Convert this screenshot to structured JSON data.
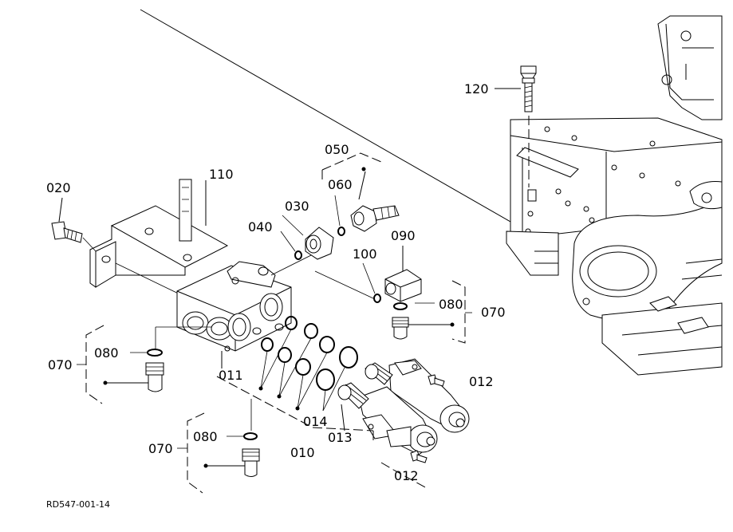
{
  "callouts": {
    "c010": "010",
    "c011": "011",
    "c012a": "012",
    "c012b": "012",
    "c013": "013",
    "c014": "014",
    "c020": "020",
    "c030": "030",
    "c040": "040",
    "c050": "050",
    "c060": "060",
    "c070a": "070",
    "c070b": "070",
    "c070c": "070",
    "c080a": "080",
    "c080b": "080",
    "c080c": "080",
    "c090": "090",
    "c100": "100",
    "c110": "110",
    "c120": "120"
  },
  "drawing_code": "RD547-001-14",
  "icons": [
    "bolt-icon",
    "o-ring-icon",
    "solenoid-icon",
    "fitting-icon",
    "bracket-icon",
    "valve-body-icon",
    "frame-icon"
  ]
}
